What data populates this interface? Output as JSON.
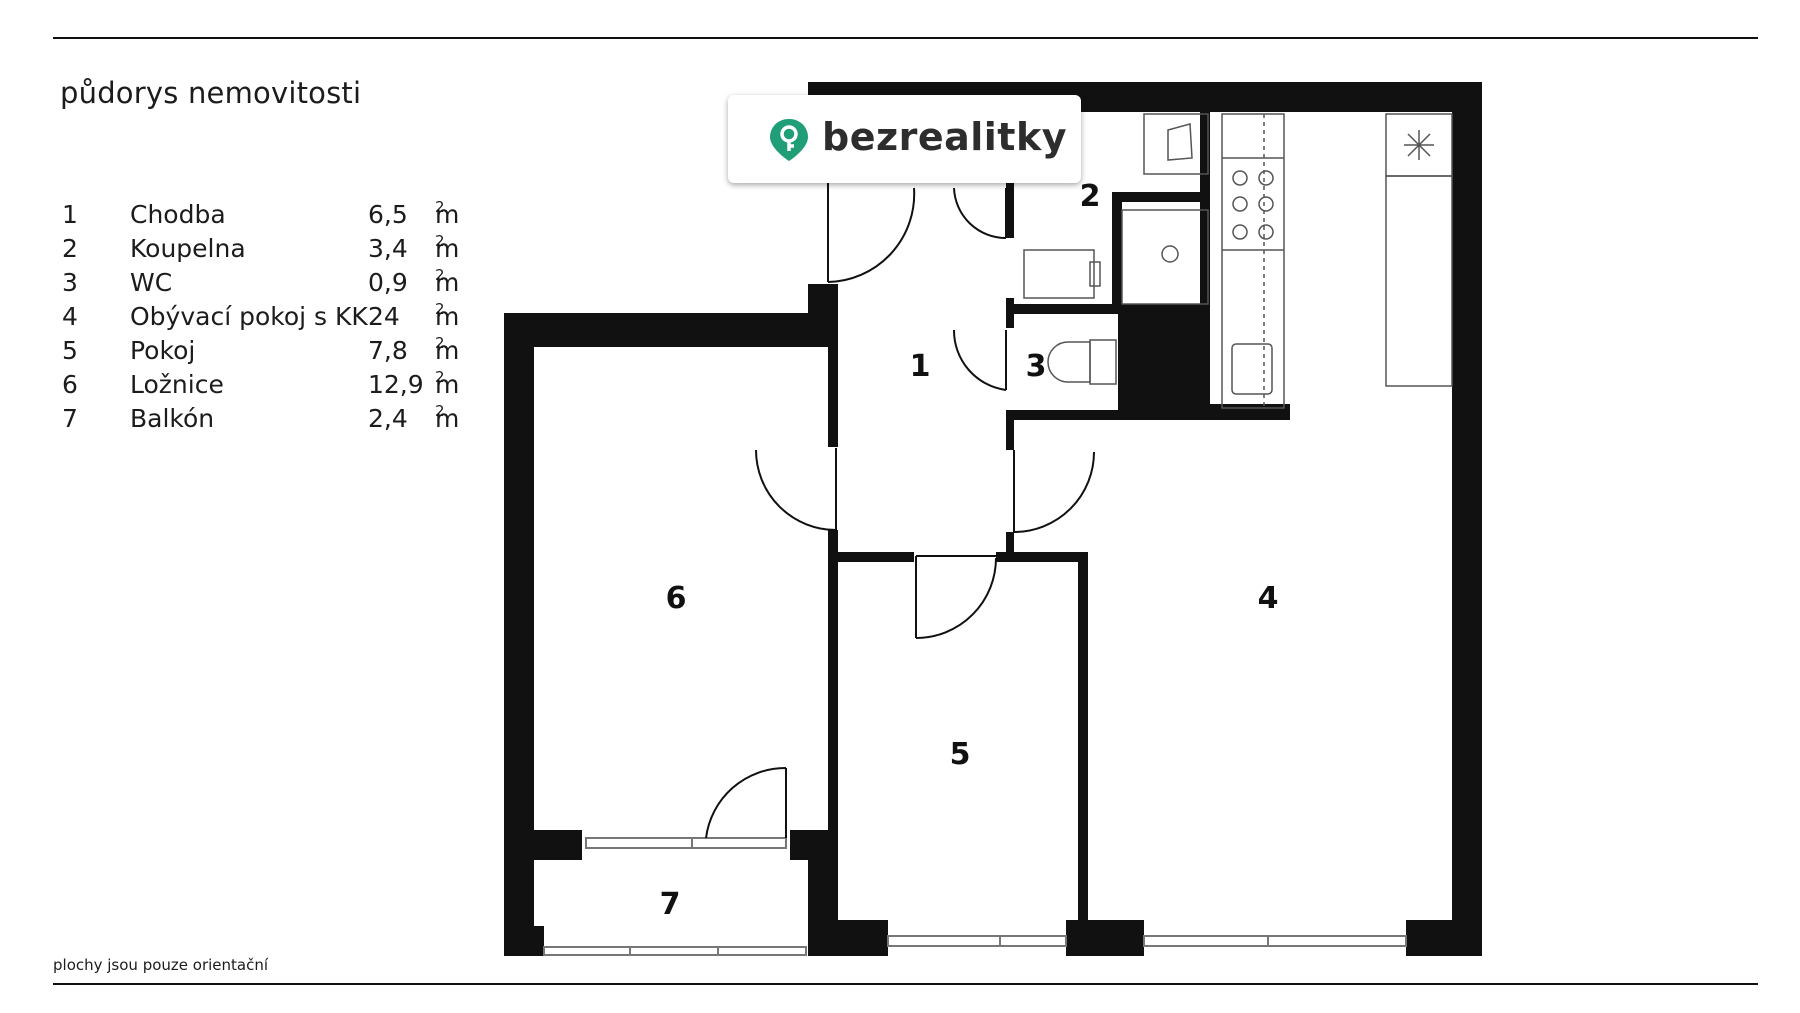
{
  "header": {
    "title": "půdorys nemovitosti"
  },
  "legend": [
    {
      "num": "1",
      "name": "Chodba",
      "area": "6,5",
      "unit": "m",
      "sup": "2"
    },
    {
      "num": "2",
      "name": "Koupelna",
      "area": "3,4",
      "unit": "m",
      "sup": "2"
    },
    {
      "num": "3",
      "name": "WC",
      "area": "0,9",
      "unit": "m",
      "sup": "2"
    },
    {
      "num": "4",
      "name": "Obývací pokoj s KK",
      "area": "24",
      "unit": "m",
      "sup": "2"
    },
    {
      "num": "5",
      "name": "Pokoj",
      "area": "7,8",
      "unit": "m",
      "sup": "2"
    },
    {
      "num": "6",
      "name": "Ložnice",
      "area": "12,9",
      "unit": "m",
      "sup": "2"
    },
    {
      "num": "7",
      "name": "Balkón",
      "area": "2,4",
      "unit": "m",
      "sup": "2"
    }
  ],
  "plan": {
    "rooms": [
      "1",
      "2",
      "3",
      "4",
      "5",
      "6",
      "7"
    ]
  },
  "brand": {
    "name": "bezrealitky",
    "accent": "#1f9e77",
    "icon": "location-key-icon"
  },
  "footnote": "plochy jsou pouze orientační"
}
